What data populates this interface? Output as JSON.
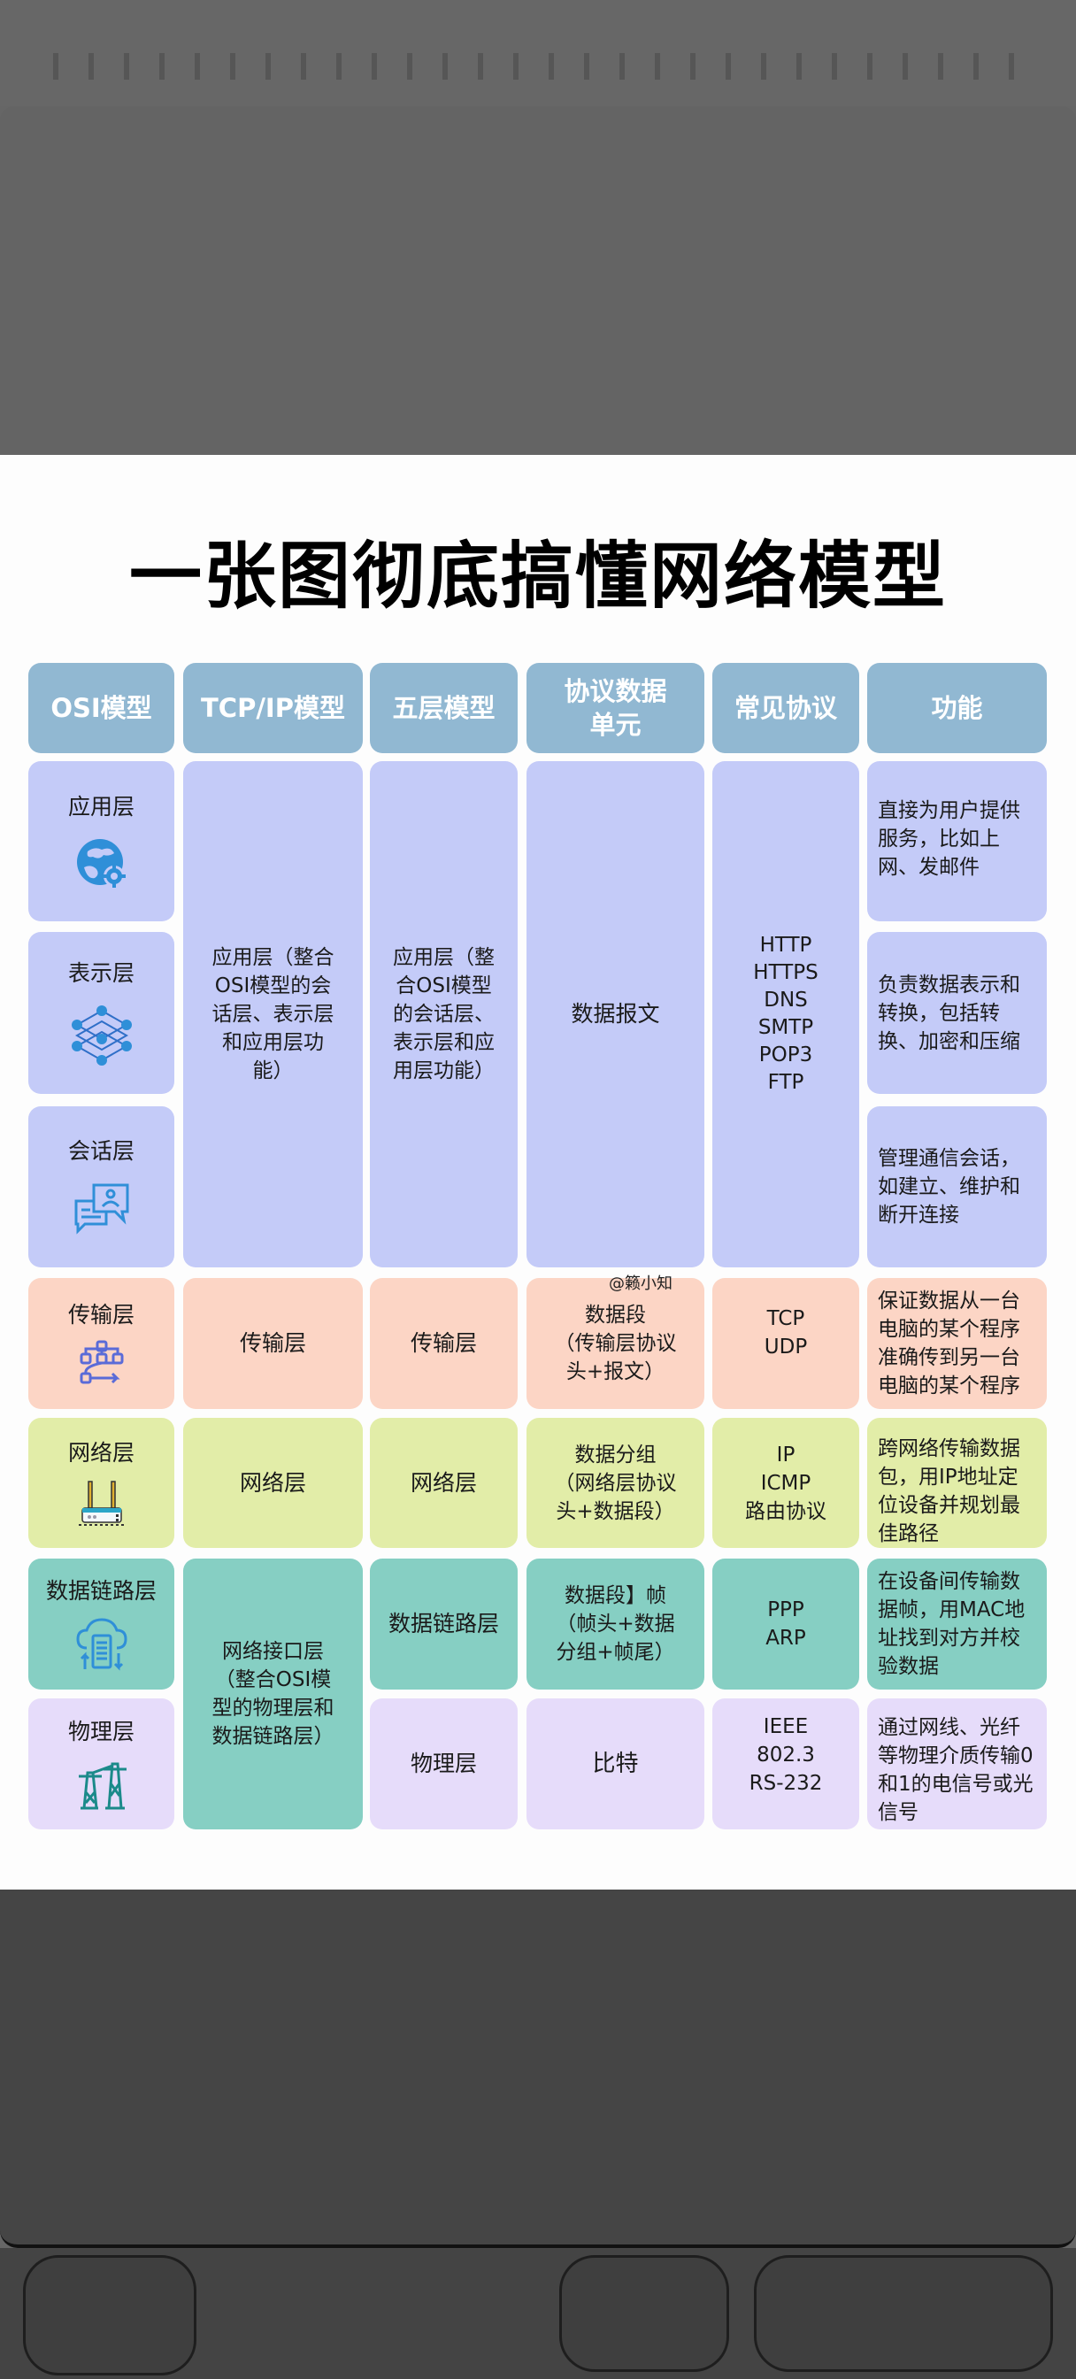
{
  "title": "一张图彻底搞懂网络模型",
  "watermark": "@籁小知",
  "headers": [
    "OSI模型",
    "TCP/IP模型",
    "五层模型",
    "协议数据\n单元",
    "常见协议",
    "功能"
  ],
  "osi_layers": [
    {
      "name": "应用层",
      "icon": "globe-gear-icon"
    },
    {
      "name": "表示层",
      "icon": "layered-network-icon"
    },
    {
      "name": "会话层",
      "icon": "chat-bubbles-icon"
    },
    {
      "name": "传输层",
      "icon": "flow-diagram-icon"
    },
    {
      "name": "网络层",
      "icon": "router-icon"
    },
    {
      "name": "数据链路层",
      "icon": "cloud-server-icon"
    },
    {
      "name": "物理层",
      "icon": "power-tower-icon"
    }
  ],
  "tcpip": {
    "application": "应用层（整合OSI模型的会话层、表示层和应用层功能）",
    "transport": "传输层",
    "network": "网络层",
    "link": "网络接口层（整合OSI模型的物理层和数据链路层）"
  },
  "five_layer": {
    "application": "应用层（整合OSI模型的会话层、表示层和应用层功能）",
    "transport": "传输层",
    "network": "网络层",
    "datalink": "数据链路层",
    "physical": "物理层"
  },
  "pdu": {
    "application": "数据报文",
    "transport": "数据段\n（传输层协议头+报文）",
    "network": "数据分组\n（网络层协议头+数据段）",
    "datalink": "数据段】帧\n（帧头+数据分组+帧尾）",
    "physical": "比特"
  },
  "protocols": {
    "application": [
      "HTTP",
      "HTTPS",
      "DNS",
      "SMTP",
      "POP3",
      "FTP"
    ],
    "transport": [
      "TCP",
      "UDP"
    ],
    "network": [
      "IP",
      "ICMP",
      "路由协议"
    ],
    "datalink": [
      "PPP",
      "ARP"
    ],
    "physical": [
      "IEEE",
      "802.3",
      "RS-232"
    ]
  },
  "functions": {
    "application": "直接为用户提供服务，比如上网、发邮件",
    "presentation": "负责数据表示和转换，包括转换、加密和压缩",
    "session": "管理通信会话，如建立、维护和断开连接",
    "transport": "保证数据从一台电脑的某个程序准确传到另一台电脑的某个程序",
    "network": "跨网络传输数据包，用IP地址定位设备并规划最佳路径",
    "datalink": "在设备间传输数据帧，用MAC地址找到对方并校验数据",
    "physical": "通过网线、光纤等物理介质传输0和1的电信号或光信号"
  },
  "colors": {
    "header": "#91b8d2",
    "upper_layers": "#c4cbf8",
    "transport": "#fcd5c5",
    "network": "#e2eda8",
    "link": "#86cfc3",
    "physical": "#e6dcfa",
    "icon_blue": "#2f8fd8"
  }
}
